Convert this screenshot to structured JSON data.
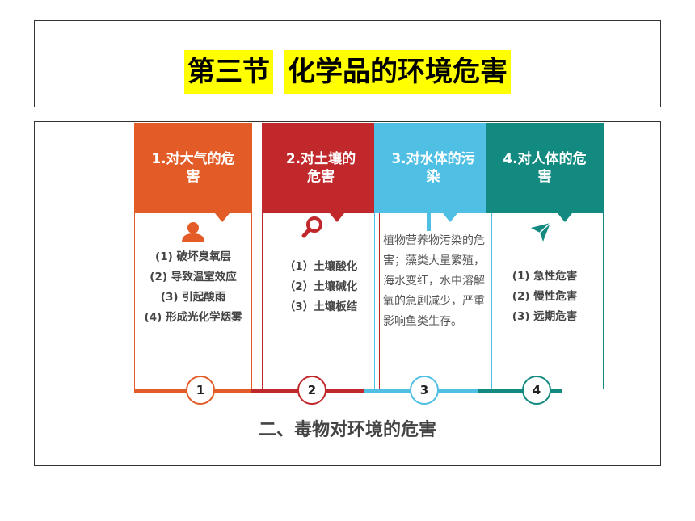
{
  "title": {
    "part1": "第三节",
    "part2": "化学品的环境危害",
    "highlight_color": "#ffff00"
  },
  "cards": [
    {
      "heading": "1.对大气的危害",
      "color": "#e35b26",
      "icon": "user-icon",
      "items": [
        "(1) 破坏臭氧层",
        "(2) 导致温室效应",
        "(3) 引起酸雨",
        "(4) 形成光化学烟雾"
      ],
      "number": "1"
    },
    {
      "heading": "2.对土壤的危害",
      "color": "#c0282b",
      "icon": "search-icon",
      "items": [
        "（1）土壤酸化",
        "（2）土壤碱化",
        "（3）土壤板结"
      ],
      "number": "2"
    },
    {
      "heading": "3.对水体的污染",
      "color": "#4fbfe3",
      "icon": "bar-icon",
      "description": "植物营养物污染的危害；藻类大量繁殖，海水变红，水中溶解氧的急剧减少，严重影响鱼类生存。",
      "number": "3"
    },
    {
      "heading": "4.对人体的危害",
      "color": "#128a80",
      "icon": "paper-plane-icon",
      "items": [
        "(1) 急性危害",
        "(2) 慢性危害",
        "(3) 远期危害"
      ],
      "number": "4"
    }
  ],
  "subtitle": "二、毒物对环境的危害"
}
